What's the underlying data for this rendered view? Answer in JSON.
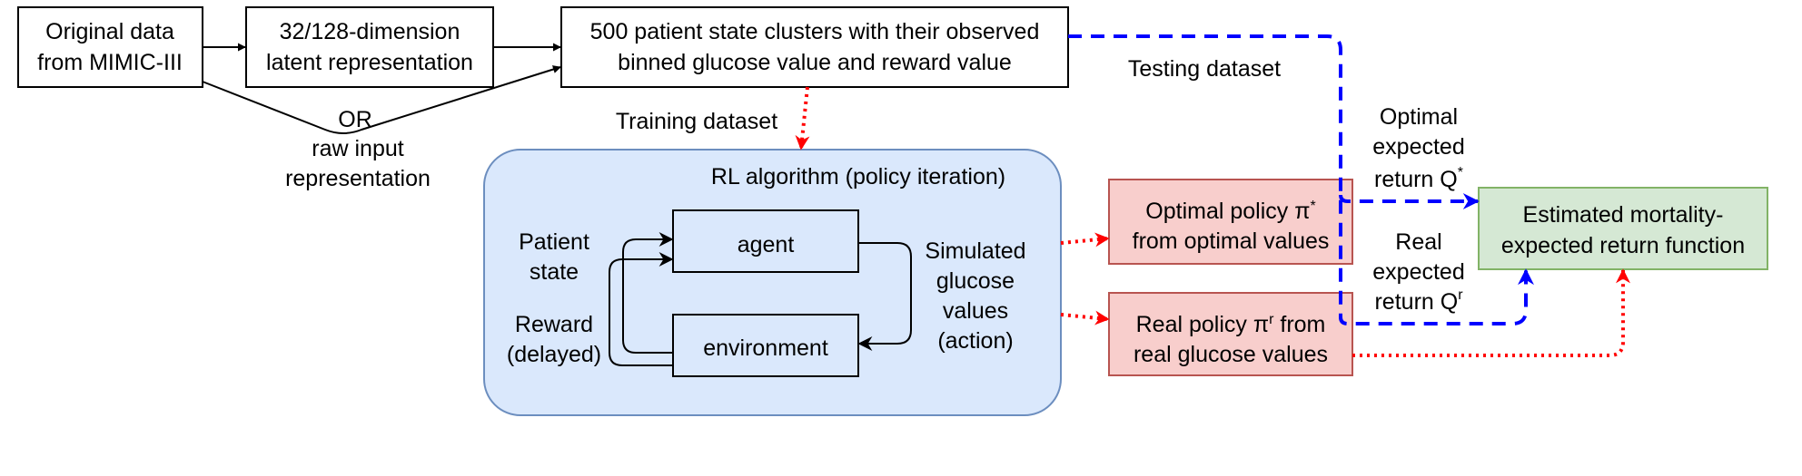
{
  "nodes": {
    "original_data": {
      "lines": [
        "Original data",
        "from MIMIC-III"
      ]
    },
    "latent": {
      "lines": [
        "32/128-dimension",
        "latent representation"
      ]
    },
    "clusters": {
      "lines": [
        "500 patient state clusters with their observed",
        "binned glucose value and reward value"
      ]
    },
    "rl_container": {
      "title": "RL algorithm (policy iteration)"
    },
    "agent": {
      "label": "agent"
    },
    "environment": {
      "label": "environment"
    },
    "optimal_policy": {
      "line1_prefix": "Optimal policy π",
      "line1_sup": "*",
      "line2": "from optimal values"
    },
    "real_policy": {
      "line1_prefix": "Real policy π",
      "line1_sup": "r",
      "line1_suffix": " from",
      "line2": "real glucose values"
    },
    "mortality": {
      "lines": [
        "Estimated mortality-",
        "expected return function"
      ]
    }
  },
  "labels": {
    "or_label": "OR",
    "raw_input": [
      "raw input",
      "representation"
    ],
    "training_dataset": "Training dataset",
    "testing_dataset": "Testing dataset",
    "patient_state": [
      "Patient",
      "state"
    ],
    "reward_delayed": [
      "Reward",
      "(delayed)"
    ],
    "simulated": [
      "Simulated",
      "glucose",
      "values",
      "(action)"
    ],
    "optimal_return": {
      "lines": [
        "Optimal",
        "expected"
      ],
      "last_prefix": "return Q",
      "last_sup": "*"
    },
    "real_return": {
      "lines": [
        "Real",
        "expected"
      ],
      "last_prefix": "return Q",
      "last_sup": "r"
    }
  },
  "colors": {
    "plain_border": "#000000",
    "rl_fill": "#dae8fc",
    "rl_border": "#6c8ebf",
    "policy_fill": "#f8cecc",
    "policy_border": "#b85450",
    "mortality_fill": "#d5e8d4",
    "mortality_border": "#82b366",
    "training_arrow": "#ff0000",
    "testing_arrow": "#0000ff"
  }
}
